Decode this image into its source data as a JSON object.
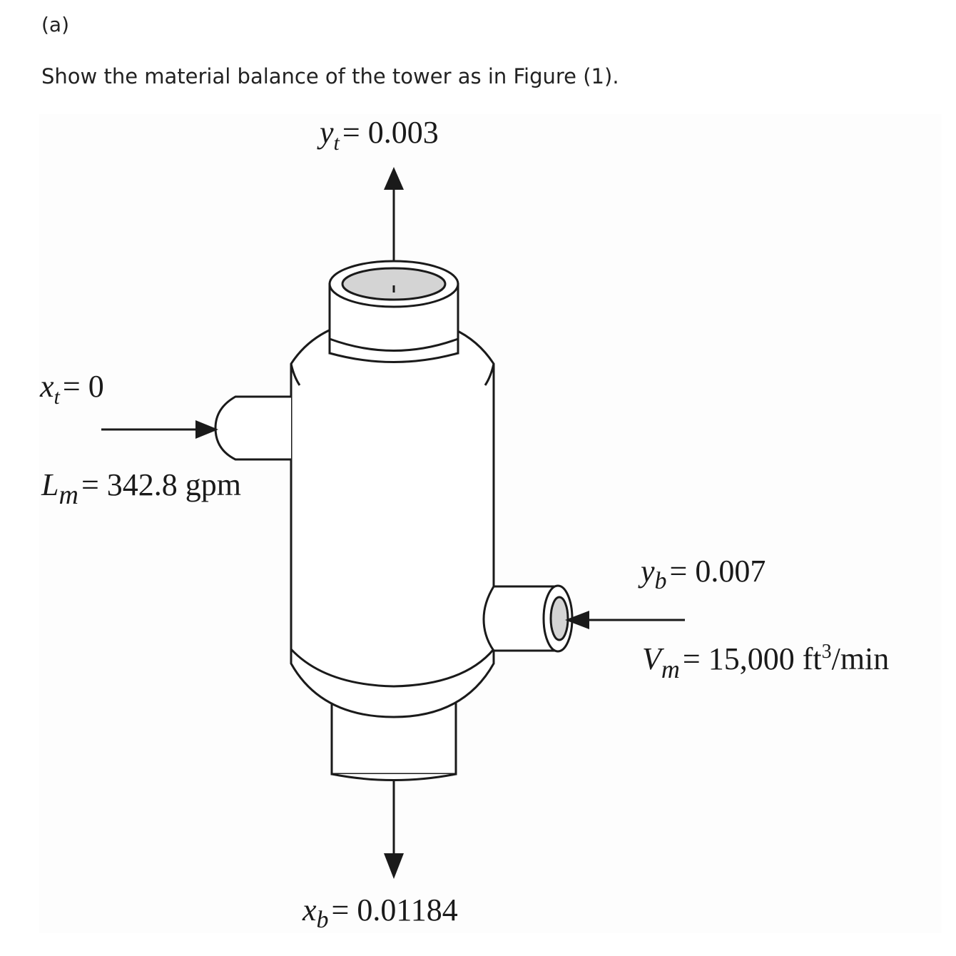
{
  "part_label": "(a)",
  "question": "Show the material balance of the tower as in Figure (1).",
  "figure": {
    "top_gas": {
      "var": "y",
      "sub": "t",
      "eq": "= 0.003"
    },
    "top_liquid": {
      "var": "x",
      "sub": "t",
      "eq": "= 0"
    },
    "liquid_rate": {
      "var": "L",
      "sub": "m",
      "eq": "= 342.8 gpm"
    },
    "bottom_gas": {
      "var": "y",
      "sub": "b",
      "eq": "= 0.007"
    },
    "gas_rate": {
      "var": "V",
      "sub": "m",
      "eq": "= 15,000 ft",
      "sup": "3",
      "tail": "/min"
    },
    "bottom_liquid": {
      "var": "x",
      "sub": "b",
      "eq": "= 0.01184"
    }
  }
}
